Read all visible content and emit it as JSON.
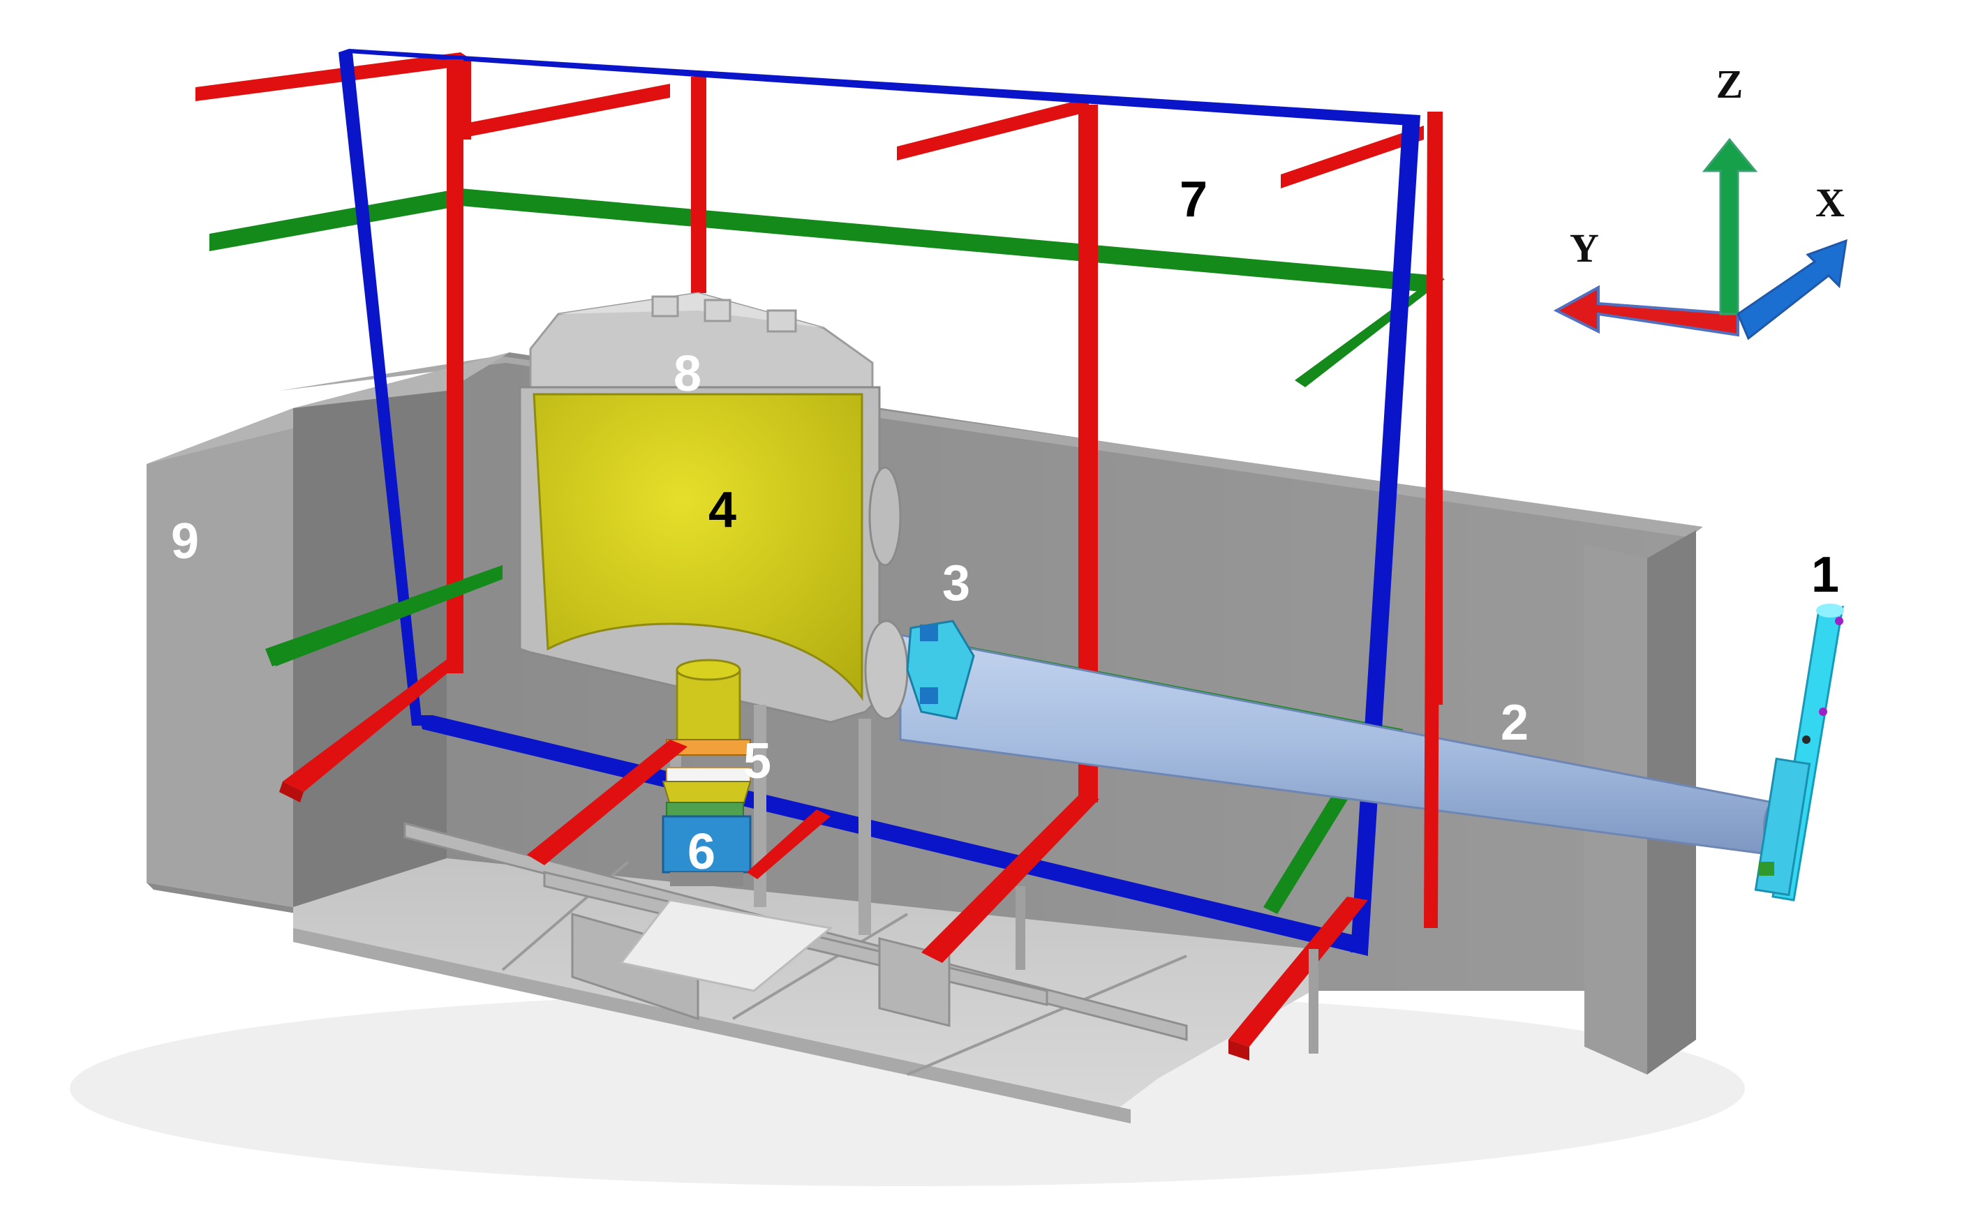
{
  "labels": [
    {
      "id": "1",
      "text": "1",
      "color": "#000000"
    },
    {
      "id": "2",
      "text": "2",
      "color": "#ffffff"
    },
    {
      "id": "3",
      "text": "3",
      "color": "#ffffff"
    },
    {
      "id": "4",
      "text": "4",
      "color": "#000000"
    },
    {
      "id": "5",
      "text": "5",
      "color": "#ffffff"
    },
    {
      "id": "6",
      "text": "6",
      "color": "#ffffff"
    },
    {
      "id": "7",
      "text": "7",
      "color": "#000000"
    },
    {
      "id": "8",
      "text": "8",
      "color": "#ffffff"
    },
    {
      "id": "9",
      "text": "9",
      "color": "#ffffff"
    }
  ],
  "axes": {
    "x": {
      "text": "X",
      "color": "#1a6fd1"
    },
    "y": {
      "text": "Y",
      "color": "#e01a1a"
    },
    "z": {
      "text": "Z",
      "color": "#16a04a"
    }
  },
  "colors": {
    "frame_blue": "#0a14c8",
    "frame_red": "#e01010",
    "frame_green": "#138a1a",
    "chamber_yellow": "#d8d21a",
    "pipe_blue": "#a9bfe0",
    "detector_cyan": "#35d6ef",
    "wall_gray": "#8e8e8e",
    "floor_gray": "#c9c9c9"
  }
}
